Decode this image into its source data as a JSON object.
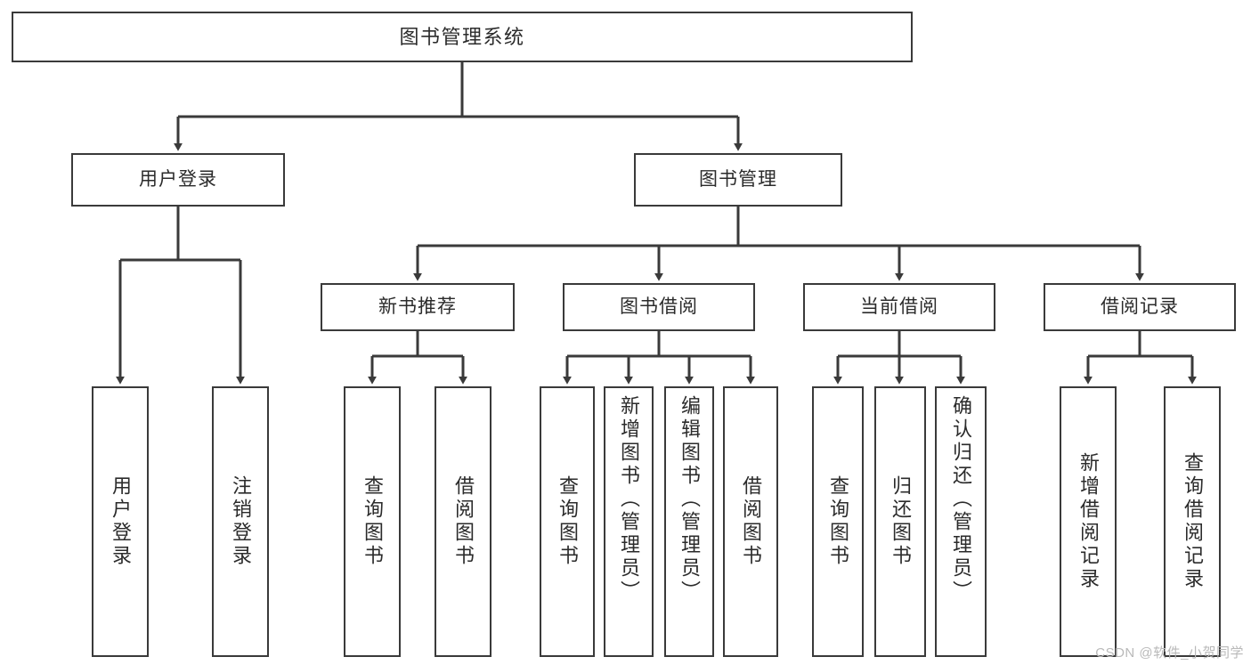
{
  "diagram": {
    "title": "图书管理系统",
    "watermark": "CSDN @软件_小贺同学",
    "line_color": "#3a3a3a",
    "box_fill": "#ffffff",
    "text_color": "#2b2b2b",
    "watermark_color": "#b9b9b9"
  },
  "nodes": {
    "root": {
      "label": "图书管理系统"
    },
    "level2": [
      {
        "label": "用户登录"
      },
      {
        "label": "图书管理"
      }
    ],
    "level3": [
      {
        "label": "新书推荐"
      },
      {
        "label": "图书借阅"
      },
      {
        "label": "当前借阅"
      },
      {
        "label": "借阅记录"
      }
    ],
    "leaves": {
      "user_login": [
        {
          "label": "用户登录"
        },
        {
          "label": "注销登录"
        }
      ],
      "new_book_recommend": [
        {
          "label": "查询图书"
        },
        {
          "label": "借阅图书"
        }
      ],
      "book_borrow": [
        {
          "label": "查询图书"
        },
        {
          "label": "新增图书（管理员）"
        },
        {
          "label": "编辑图书（管理员）"
        },
        {
          "label": "借阅图书"
        }
      ],
      "current_borrow": [
        {
          "label": "查询图书"
        },
        {
          "label": "归还图书"
        },
        {
          "label": "确认归还（管理员）"
        }
      ],
      "borrow_record": [
        {
          "label": "新增借阅记录"
        },
        {
          "label": "查询借阅记录"
        }
      ]
    }
  },
  "chart_data": {
    "type": "tree-diagram",
    "title": "图书管理系统",
    "root": "图书管理系统",
    "edges": [
      [
        "图书管理系统",
        "用户登录"
      ],
      [
        "图书管理系统",
        "图书管理"
      ],
      [
        "用户登录",
        "用户登录"
      ],
      [
        "用户登录",
        "注销登录"
      ],
      [
        "图书管理",
        "新书推荐"
      ],
      [
        "图书管理",
        "图书借阅"
      ],
      [
        "图书管理",
        "当前借阅"
      ],
      [
        "图书管理",
        "借阅记录"
      ],
      [
        "新书推荐",
        "查询图书"
      ],
      [
        "新书推荐",
        "借阅图书"
      ],
      [
        "图书借阅",
        "查询图书"
      ],
      [
        "图书借阅",
        "新增图书（管理员）"
      ],
      [
        "图书借阅",
        "编辑图书（管理员）"
      ],
      [
        "图书借阅",
        "借阅图书"
      ],
      [
        "当前借阅",
        "查询图书"
      ],
      [
        "当前借阅",
        "归还图书"
      ],
      [
        "当前借阅",
        "确认归还（管理员）"
      ],
      [
        "借阅记录",
        "新增借阅记录"
      ],
      [
        "借阅记录",
        "查询借阅记录"
      ]
    ],
    "levels": 4,
    "orientation": "top-down"
  }
}
